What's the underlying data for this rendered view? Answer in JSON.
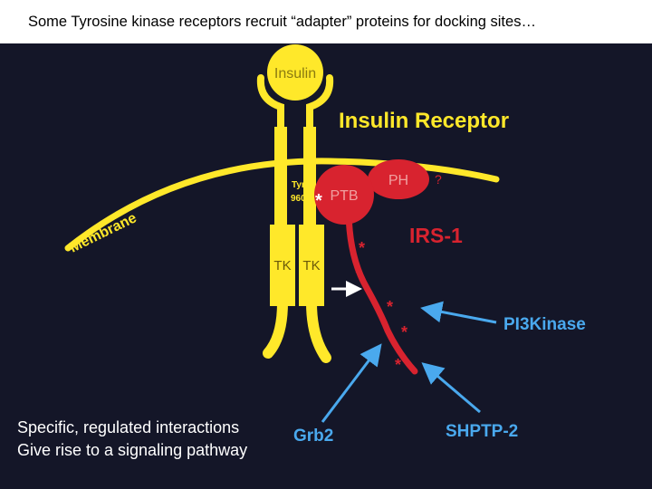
{
  "slide": {
    "title": "Some Tyrosine kinase receptors recruit “adapter” proteins for docking sites…"
  },
  "diagram": {
    "insulin_label": "Insulin",
    "receptor_label": "Insulin Receptor",
    "membrane_label": "Membrane",
    "tyr_label": "Tyr",
    "tyr_number": "960",
    "ptb_label": "PTB",
    "ph_label": "PH",
    "ph_question": "?",
    "irs_label": "IRS-1",
    "tk_left": "TK",
    "tk_right": "TK",
    "pi3k_label": "PI3Kinase",
    "grb2_label": "Grb2",
    "shptp2_label": "SHPTP-2",
    "phospho_mark": "*",
    "colors": {
      "receptor": "#ffe82a",
      "irs": "#d8232f",
      "arrow": "#4aa9ee",
      "background": "#141628"
    }
  },
  "captions": {
    "line1": "Specific, regulated interactions",
    "line2": "Give rise to a signaling pathway"
  }
}
